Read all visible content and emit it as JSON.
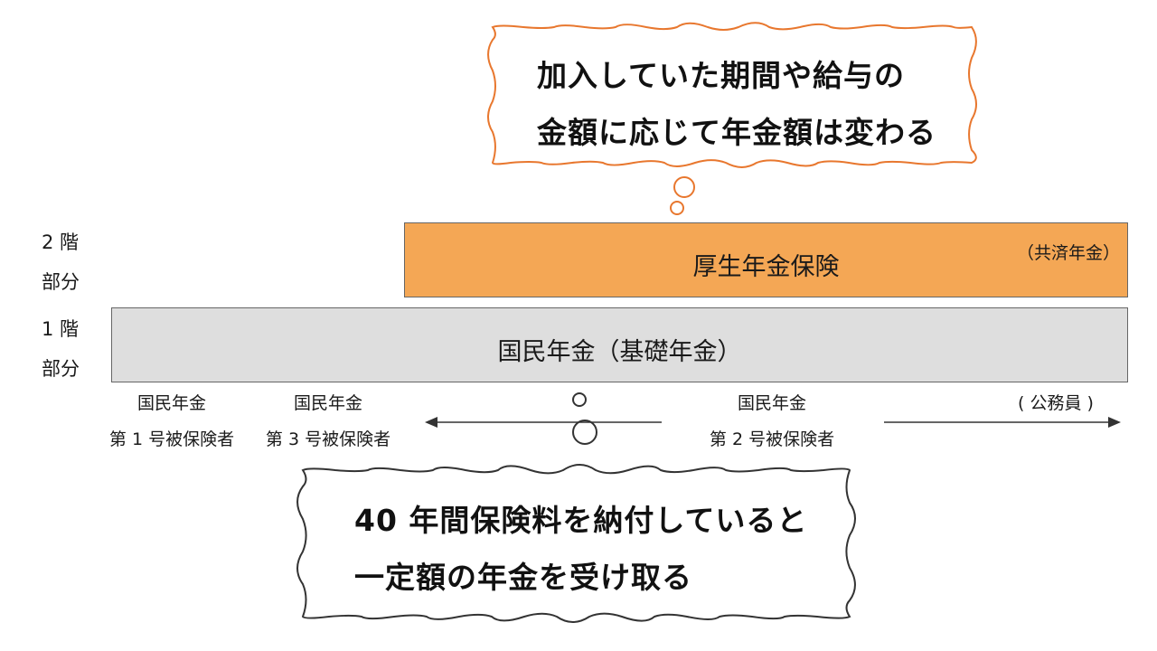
{
  "top_bubble": {
    "line1": "加入していた期間や給与の",
    "line2": "金額に応じて年金額は変わる",
    "border_color": "#e8772e"
  },
  "bottom_bubble": {
    "line1": "40 年間保険料を納付していると",
    "line2": "一定額の年金を受け取る",
    "border_color": "#333333"
  },
  "tiers": {
    "upper": {
      "line1": "2 階",
      "line2": "部分"
    },
    "lower": {
      "line1": "1 階",
      "line2": "部分"
    }
  },
  "bars": {
    "upper": {
      "label": "厚生年金保険",
      "note": "（共済年金）",
      "fill": "#f4a755"
    },
    "lower": {
      "label": "国民年金（基礎年金）",
      "fill": "#dedede"
    }
  },
  "categories": {
    "first": {
      "line1": "国民年金",
      "line2": "第 1 号被保険者"
    },
    "third": {
      "line1": "国民年金",
      "line2": "第 3 号被保険者"
    },
    "second": {
      "line1": "国民年金",
      "line2": "第 2 号被保険者"
    },
    "civil": {
      "line1": "( 公務員 )"
    }
  }
}
